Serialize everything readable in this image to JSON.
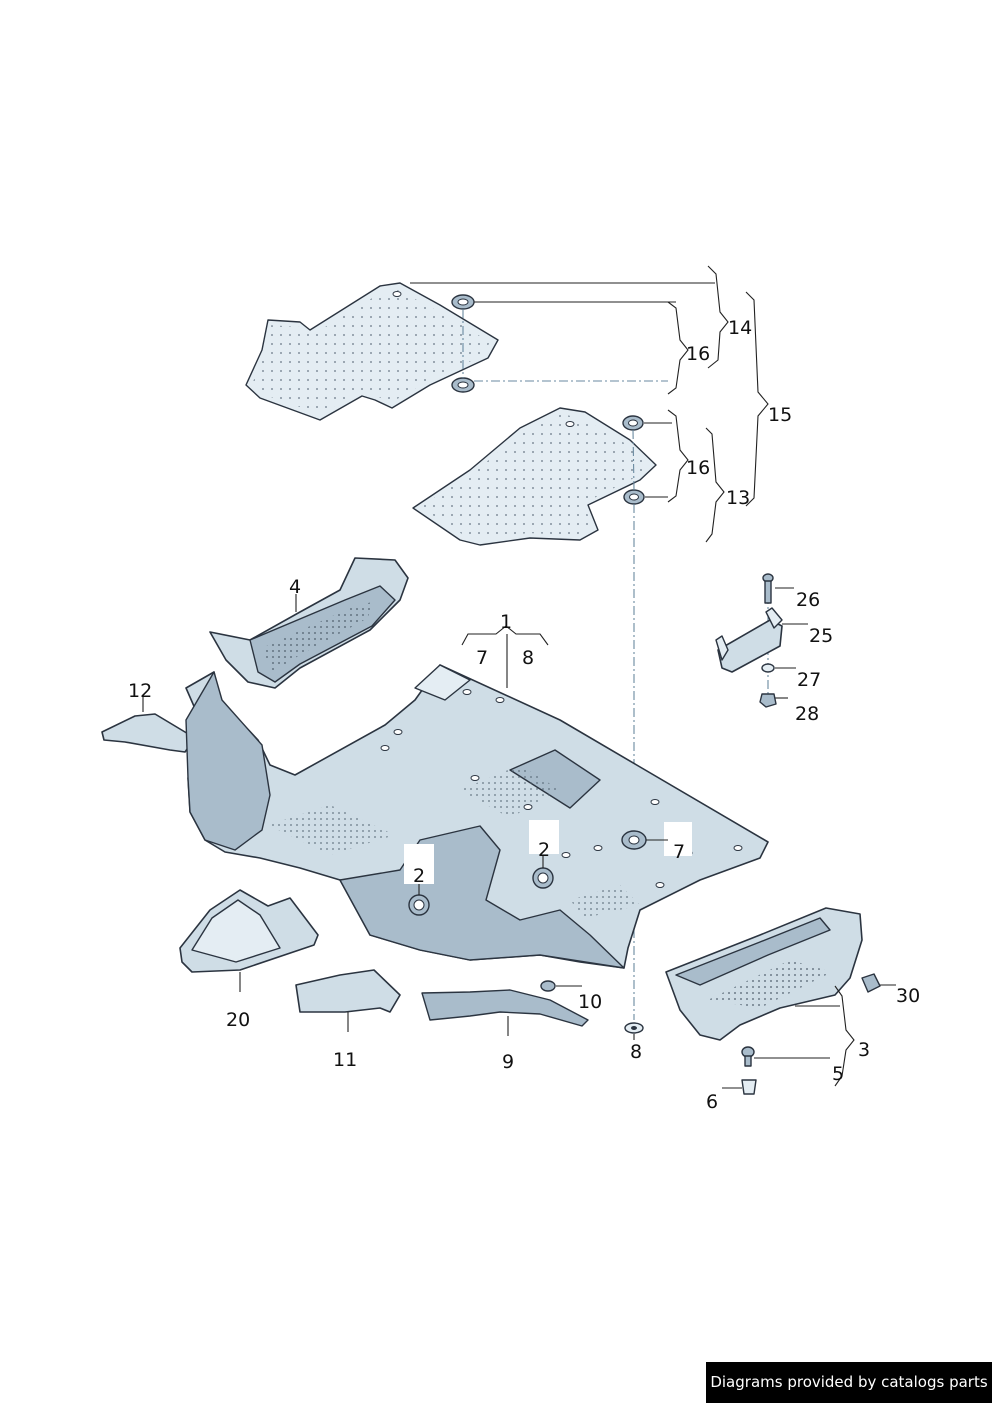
{
  "diagram": {
    "labels": [
      "1",
      "2",
      "2",
      "3",
      "4",
      "5",
      "6",
      "7",
      "7",
      "8",
      "8",
      "9",
      "10",
      "11",
      "12",
      "13",
      "14",
      "15",
      "16",
      "16",
      "20",
      "25",
      "26",
      "27",
      "28",
      "30"
    ]
  },
  "footer": {
    "credit": "Diagrams provided by catalogs parts"
  }
}
